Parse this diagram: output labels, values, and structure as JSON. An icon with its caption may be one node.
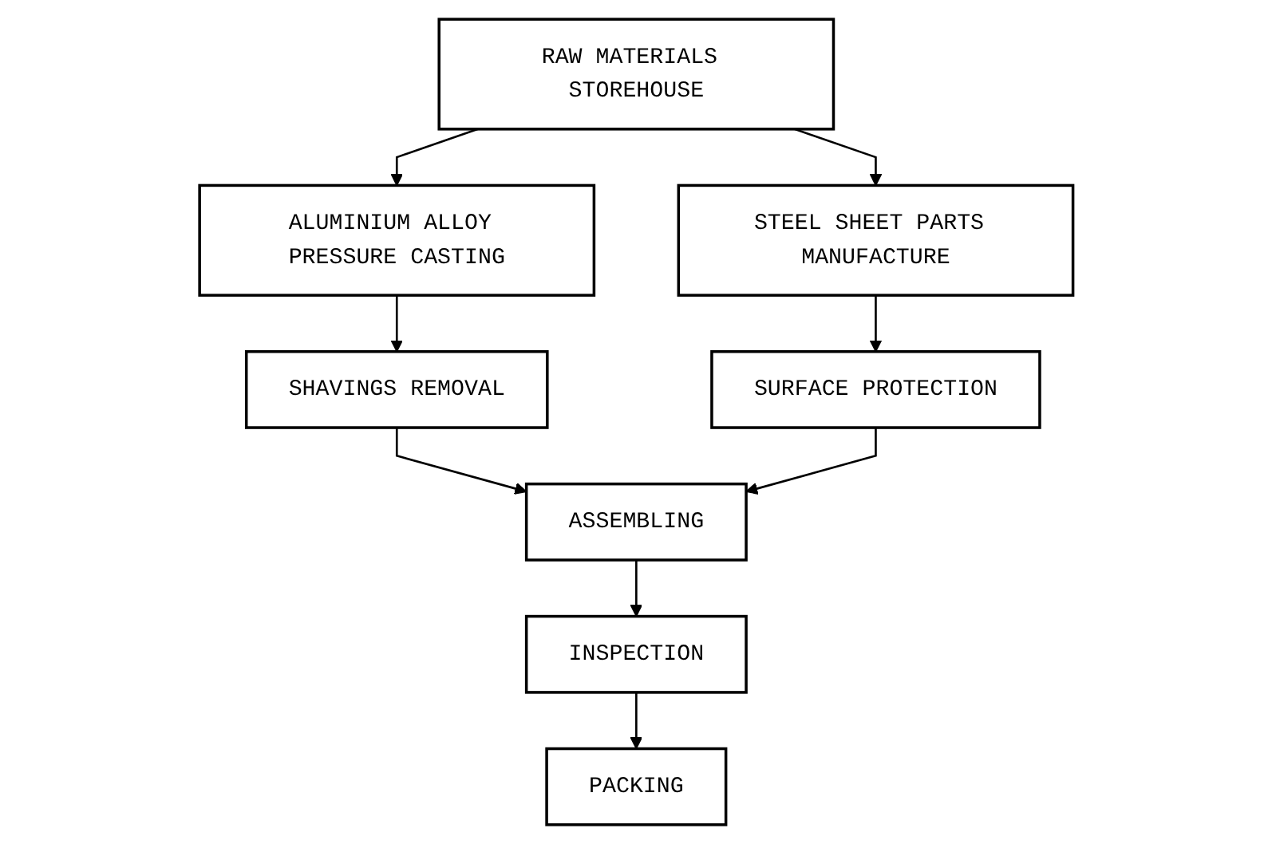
{
  "diagram": {
    "nodes": [
      {
        "text": [
          "RAW MATERIALS STOREHOUSE"
        ]
      },
      {
        "text": [
          "ALUMINIUM ALLOY PRESSURE CASTING"
        ]
      },
      {
        "text": [
          "STEEL SHEET PARTS MANUFACTURE"
        ]
      },
      {
        "text": [
          "SHAVINGS REMOVAL"
        ]
      },
      {
        "text": [
          "SURFACE PROTECTION"
        ]
      },
      {
        "text": [
          "ASSEMBLING"
        ]
      },
      {
        "text": [
          "INSPECTION"
        ]
      },
      {
        "text": [
          "PACKING"
        ]
      }
    ],
    "edges": [
      {
        "from": 0,
        "to": 1,
        "arrow": "to"
      },
      {
        "from": 0,
        "to": 2,
        "arrow": "to"
      },
      {
        "from": 1,
        "to": 3,
        "arrow": "to"
      },
      {
        "from": 2,
        "to": 4,
        "arrow": "to"
      },
      {
        "from": 3,
        "to": 5,
        "arrow": "to"
      },
      {
        "from": 4,
        "to": 5,
        "arrow": "to"
      },
      {
        "from": 5,
        "to": 6,
        "arrow": "to"
      },
      {
        "from": 6,
        "to": 7,
        "arrow": "to"
      }
    ]
  }
}
